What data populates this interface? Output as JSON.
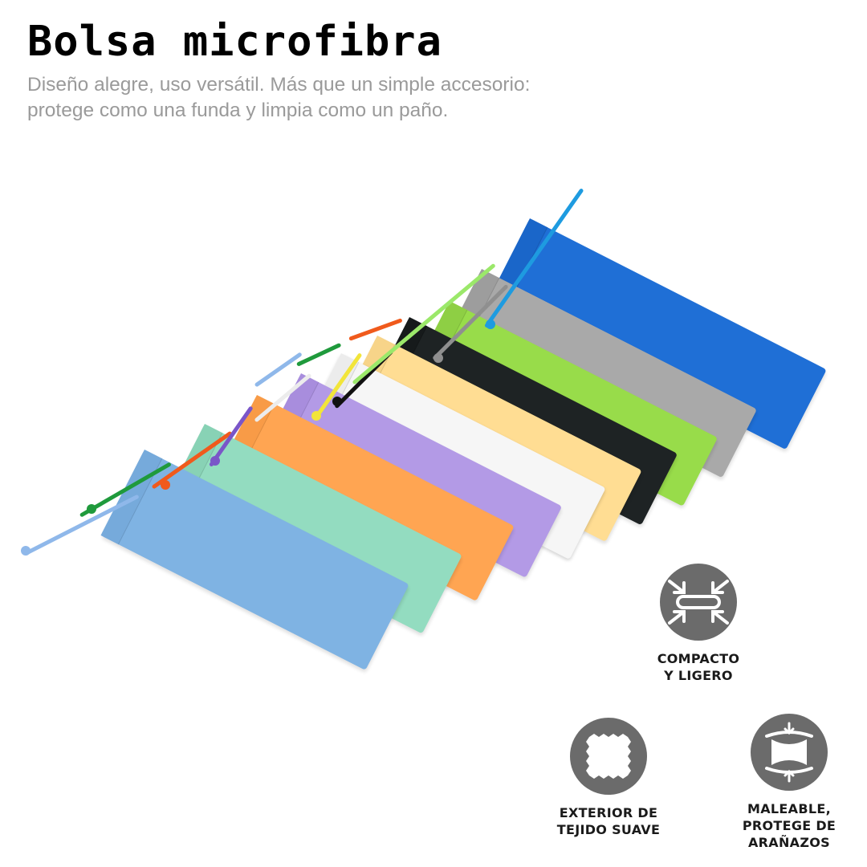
{
  "header": {
    "title": "Bolsa microfibra",
    "subtitle_line1": "Diseño alegre, uso versátil. Más que un simple accesorio:",
    "subtitle_line2": "protege como una funda y limpia como un paño."
  },
  "product_image": {
    "description": "Fanned stack of microfiber drawstring pouches in assorted colors",
    "pouches": [
      {
        "name": "light-blue",
        "color": "#7fb3e3",
        "cord": "#8fb8ea"
      },
      {
        "name": "mint",
        "color": "#93dcc0",
        "cord": "#1f9a3c"
      },
      {
        "name": "orange",
        "color": "#ffa552",
        "cord": "#f05a1c"
      },
      {
        "name": "lavender",
        "color": "#b39ae6",
        "cord": "#7a55c8"
      },
      {
        "name": "white",
        "color": "#f6f6f6",
        "cord": "#ebebeb"
      },
      {
        "name": "pale-yellow",
        "color": "#ffdd93",
        "cord": "#f2e53a"
      },
      {
        "name": "black",
        "color": "#1e2324",
        "cord": "#111111"
      },
      {
        "name": "lime-green",
        "color": "#98dc4a",
        "cord": "#9be86a"
      },
      {
        "name": "grey",
        "color": "#a9a9a9",
        "cord": "#8f8f8f"
      },
      {
        "name": "royal-blue",
        "color": "#1f6fd6",
        "cord": "#1e9be0"
      }
    ]
  },
  "features": [
    {
      "icon": "compress-arrows-icon",
      "line1": "COMPACTO",
      "line2": "Y LIGERO"
    },
    {
      "icon": "fabric-swatch-icon",
      "line1": "EXTERIOR DE",
      "line2": "TEJIDO SUAVE"
    },
    {
      "icon": "flexible-press-icon",
      "line1": "MALEABLE,",
      "line2": "PROTEGE DE",
      "line3": "ARAÑAZOS"
    }
  ],
  "colors": {
    "title": "#000000",
    "subtitle": "#9a9a9a",
    "icon_circle": "#6b6b6b",
    "feature_label": "#1a1a1a"
  }
}
